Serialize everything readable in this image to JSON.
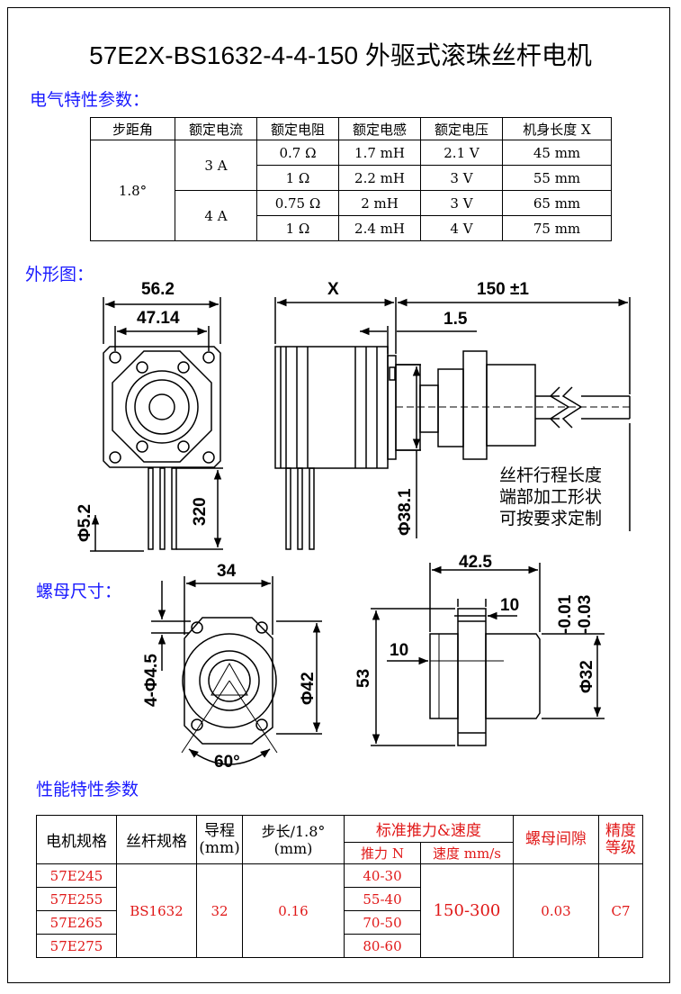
{
  "title": "57E2X-BS1632-4-4-150 外驱式滚珠丝杆电机",
  "sections": {
    "electrical": "电气特性参数：",
    "outline": "外形图：",
    "nut": "螺母尺寸：",
    "performance": "性能特性参数"
  },
  "electrical_table": {
    "headers": [
      "步距角",
      "额定电流",
      "额定电阻",
      "额定电感",
      "额定电压",
      "机身长度 X"
    ],
    "step_angle": "1.8°",
    "groups": [
      {
        "current": "3 A",
        "rows": [
          {
            "resistance": "0.7 Ω",
            "inductance": "1.7 mH",
            "voltage": "2.1 V",
            "length": "45 mm"
          },
          {
            "resistance": "1 Ω",
            "inductance": "2.2 mH",
            "voltage": "3 V",
            "length": "55 mm"
          }
        ]
      },
      {
        "current": "4 A",
        "rows": [
          {
            "resistance": "0.75 Ω",
            "inductance": "2 mH",
            "voltage": "3 V",
            "length": "65 mm"
          },
          {
            "resistance": "1 Ω",
            "inductance": "2.4 mH",
            "voltage": "4 V",
            "length": "75 mm"
          }
        ]
      }
    ]
  },
  "outline_dims": {
    "width": "56.2",
    "hole_pitch": "47.14",
    "x": "X",
    "length": "150 ±1",
    "step": "1.5",
    "lead_dia": "Φ5.2",
    "lead_len": "320",
    "boss_dia": "Φ38.1",
    "note": [
      "丝杆行程长度",
      "端部加工形状",
      "可按要求定制"
    ]
  },
  "nut_dims": {
    "width": "34",
    "holes": "4-Φ4.5",
    "flange_dia": "Φ42",
    "angle": "60°",
    "length": "42.5",
    "flange_thk": "10",
    "step": "10",
    "height": "53",
    "tol1": "-0.01",
    "tol2": "-0.03",
    "body_dia": "Φ32"
  },
  "performance_table": {
    "headers": {
      "motor": "电机规格",
      "screw": "丝杆规格",
      "lead": "导程",
      "lead_unit": "(mm)",
      "step": "步长/1.8°",
      "step_unit": "(mm)",
      "std": "标准推力&速度",
      "thrust": "推力 N",
      "speed": "速度 mm/s",
      "backlash": "螺母间隙",
      "grade": "精度等级"
    },
    "rows": [
      {
        "motor": "57E245",
        "thrust": "40-30"
      },
      {
        "motor": "57E255",
        "thrust": "55-40"
      },
      {
        "motor": "57E265",
        "thrust": "70-50"
      },
      {
        "motor": "57E275",
        "thrust": "80-60"
      }
    ],
    "screw": "BS1632",
    "lead": "32",
    "step": "0.16",
    "speed": "150-300",
    "backlash": "0.03",
    "grade": "C7"
  }
}
